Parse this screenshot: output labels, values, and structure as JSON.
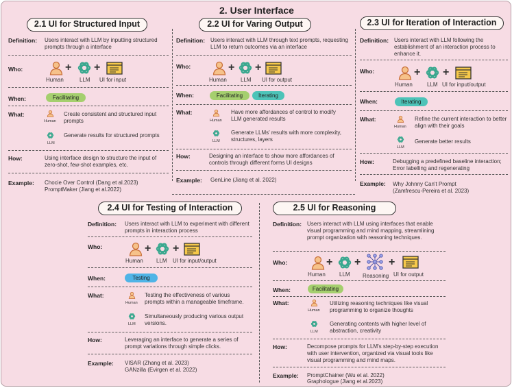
{
  "title": "2. User Interface",
  "colors": {
    "facilitating": "#a5cf6e",
    "iterating": "#4dc3b8",
    "testing": "#4fb4e6",
    "background": "#f7dce4"
  },
  "icons": [
    "human-icon",
    "llm-icon",
    "ui-icon",
    "reasoning-icon"
  ],
  "field_labels": {
    "definition": "Definition:",
    "who": "Who:",
    "when": "When:",
    "what": "What:",
    "how": "How:",
    "example": "Example:"
  },
  "actors": {
    "human": "Human",
    "llm": "LLM",
    "reasoning": "Reasoning"
  },
  "tags": {
    "facilitating": "Facilitating",
    "iterating": "Iterating",
    "testing": "Testing"
  },
  "s1": {
    "title": "2.1 UI for Structured Input",
    "definition": "Users interact with LLM by inputting structured prompts through a interface",
    "ui_label": "UI for input",
    "what_human": "Create consistent and structured input prompts",
    "what_llm": "Generate results for structured prompts",
    "how": "Using interface design to structure the input of zero-shot, few-shot examples, etc.",
    "example1": "Chocie Over Control (Dang et al.2023)",
    "example2": "PromptMaker (Jiang et al.2022)"
  },
  "s2": {
    "title": "2.2 UI for Varing Output",
    "definition": "Users interact with LLM through text prompts, requesting LLM to return outcomes via an interface",
    "ui_label": "UI for output",
    "what_human": "Have more affordances of control to modify LLM generated results",
    "what_llm": "Generate LLMs' results with more complexity, structures, layers",
    "how": "Designing an interface to show more affordances of controls through different forms UI designs",
    "example1": "GenLine (Jiang et al. 2022)"
  },
  "s3": {
    "title": "2.3 UI for Iteration of Interaction",
    "definition": "Users interact with LLM following the establishment of an interaction process to enhance it.",
    "ui_label": "UI for input/output",
    "what_human": "Refine the current interaction to better align with their goals",
    "what_llm": "Generate better results",
    "how": "Debugging a predefined baseline interaction; Error labelling and regenerating",
    "example1": "Why Johnny Can't Prompt",
    "example2": "(Zamfrescu-Pereira et al. 2023)"
  },
  "s4": {
    "title": "2.4 UI for Testing of Interaction",
    "definition": "Users interact with LLM to experiment with different prompts in interaction process",
    "ui_label": "UI for input/output",
    "what_human": "Testing the effectiveness of various prompts within a manageable timeframe.",
    "what_llm": "Simultaneously producing various output versions.",
    "how": "Leveraging an interface to generate a series of prompt variations through simple clicks.",
    "example1": "VISAR (Zhang et al. 2023)",
    "example2": "GANzilla (Evirgen et al. 2022)"
  },
  "s5": {
    "title": "2.5 UI for Reasoning",
    "definition": "Users interact with LLM using interfaces that enable visual programming and mind mapping, streamlining prompt organization with reasoning techniques.",
    "ui_label": "UI for output",
    "what_human": "Utilizing reasoning techniques like visual programming to organize thoughts",
    "what_llm": "Generating contents with higher level of abstraction, creativity",
    "how": "Decompose prompts for LLM's step-by-step execution with user intervention, organized via visual tools like visual programming and mind maps.",
    "example1": "PromptChainer (Wu et al. 2022)",
    "example2": "Graphologue (Jiang et al.2023)"
  }
}
